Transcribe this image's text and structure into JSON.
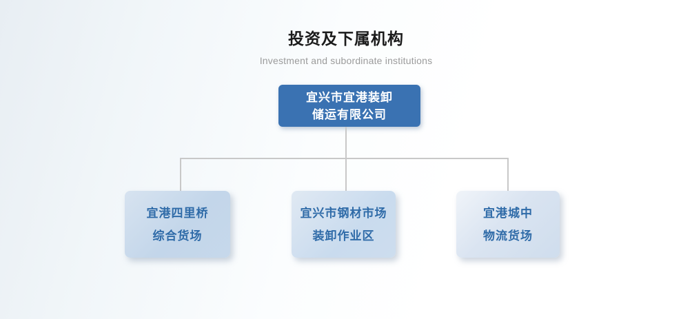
{
  "header": {
    "title": "投资及下属机构",
    "subtitle": "Investment and subordinate institutions"
  },
  "org_chart": {
    "root": {
      "line1": "宜兴市宜港装卸",
      "line2": "储运有限公司"
    },
    "children": [
      {
        "line1": "宜港四里桥",
        "line2": "综合货场"
      },
      {
        "line1": "宜兴市钢材市场",
        "line2": "装卸作业区"
      },
      {
        "line1": "宜港城中",
        "line2": "物流货场"
      }
    ]
  },
  "colors": {
    "title": "#1b1b1b",
    "subtitle": "#9b9b9b",
    "root_box_bg": "#3a72b2",
    "root_box_text": "#ffffff",
    "child_text": "#2f6ba8",
    "connector": "#c8c8c8"
  }
}
